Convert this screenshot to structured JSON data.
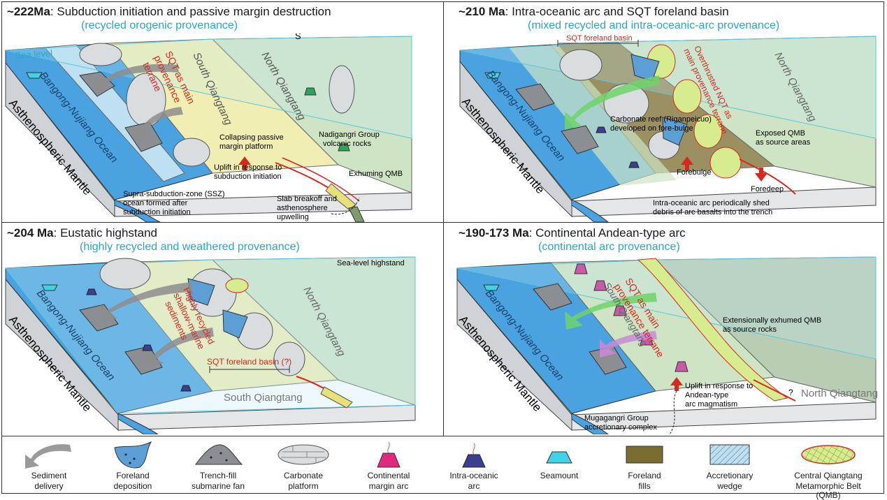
{
  "panels": {
    "p1": {
      "age": "~222Ma",
      "title_rest": ": Subduction initiation and passive margin destruction",
      "provenance": "(recycled orogenic provenance)",
      "labels": {
        "sea_level": "Sea level",
        "south_arrow": "S",
        "ocean": "Bangong-Nujiang Ocean",
        "mantle": "Asthenospheric Mantle",
        "sqt_terrane_1": "SQT as main",
        "sqt_terrane_2": "provenance",
        "sqt_terrane_3": "terrane",
        "south_q": "South Qiangtang",
        "north_q": "North Qiangtang",
        "collapsing_1": "Collapsing passive",
        "collapsing_2": "margin platform",
        "nadigangri_1": "Nadigangri Group",
        "nadigangri_2": "volcanic rocks",
        "uplift_1": "Uplift in response to",
        "uplift_2": "subduction initiation",
        "exhuming": "Exhuming QMB",
        "ssz_1": "Supra-subduction-zone (SSZ)",
        "ssz_2": "ocean formed after",
        "ssz_3": "subduction initiation",
        "slab_1": "Slab breakoff and",
        "slab_2": "asthenosphere",
        "slab_3": "upwelling"
      }
    },
    "p2": {
      "age": "~210 Ma",
      "title_rest": ": Intra-oceanic arc and SQT foreland basin",
      "provenance": "(mixed recycled and intra-oceanic-arc provenance)",
      "labels": {
        "sqt_basin": "SQT foreland basin",
        "ocean": "Bangong-Nujiang Ocean",
        "mantle": "Asthenospheric Mantle",
        "overthrusted_1": "Overthrusted NQT as",
        "overthrusted_2": "main provenance terrane",
        "north_q": "North Qiangtang",
        "carbonate_1": "Carbonate reef (Riganpeicuo)",
        "carbonate_2": "developed on fore-bulge",
        "exposed_1": "Exposed QMB",
        "exposed_2": "as source areas",
        "forebulge": "Forebulge",
        "foredeep": "Foredeep",
        "arc_1": "Intra-oceanic arc periodically shed",
        "arc_2": "debris of arc basalts into the trench"
      }
    },
    "p3": {
      "age": "~204 Ma",
      "title_rest": ": Eustatic highstand",
      "provenance": "(highly recycled and weathered provenance)",
      "labels": {
        "highstand": "Sea-level highstand",
        "ocean": "Bangong-Nujiang Ocean",
        "mantle": "Asthenospheric Mantle",
        "recycled_1": "Highly recycled",
        "recycled_2": "shallow-marine",
        "recycled_3": "sediments",
        "north_q": "North Qiangtang",
        "sqt_basin": "SQT foreland basin (?)",
        "south_q": "South Qiangtang"
      }
    },
    "p4": {
      "age": "~190-173 Ma",
      "title_rest": ": Continental Andean-type arc",
      "provenance": "(continental arc provenance)",
      "labels": {
        "ocean": "Bangong-Nujiang Ocean",
        "mantle": "Asthenospheric Mantle",
        "sqt_1": "SQT as main",
        "sqt_2": "provenance terrane",
        "south_q": "South Qiangtang",
        "ext_1": "Extensionally exhumed QMB",
        "ext_2": "as source rocks",
        "uplift_1": "Uplift in response to",
        "uplift_2": "Andean-type",
        "uplift_3": "arc magmatism",
        "north_q": "North Qiangtang",
        "muga_1": "Mugagangri Group",
        "muga_2": "accretionary complex",
        "q_mark": "?"
      }
    }
  },
  "legend": [
    {
      "icon": "sediment-delivery-arrow-icon",
      "line1": "Sediment",
      "line2": "delivery"
    },
    {
      "icon": "foreland-deposition-icon",
      "line1": "Foreland",
      "line2": "deposition"
    },
    {
      "icon": "trench-fill-fan-icon",
      "line1": "Trench-fill",
      "line2": "submarine fan"
    },
    {
      "icon": "carbonate-platform-icon",
      "line1": "Carbonate",
      "line2": "platform"
    },
    {
      "icon": "continental-arc-icon",
      "line1": "Continental",
      "line2": "margin arc"
    },
    {
      "icon": "intra-oceanic-arc-icon",
      "line1": "Intra-oceanic",
      "line2": "arc"
    },
    {
      "icon": "seamount-icon",
      "line1": "Seamount",
      "line2": ""
    },
    {
      "icon": "foreland-fills-icon",
      "line1": "Foreland",
      "line2": "fills"
    },
    {
      "icon": "accretionary-wedge-icon",
      "line1": "Accretionary",
      "line2": "wedge"
    },
    {
      "icon": "qmb-icon",
      "line1": "Central Qiangtang",
      "line2": "Metamorphic Belt (QMB)"
    }
  ],
  "colors": {
    "cyan_text": "#2aa6c9",
    "red_text": "#d6281f",
    "ocean_blue": "#4aa3e0",
    "land_yellow": "#f1eeb3",
    "land_green": "#cfe4c4",
    "grey_green": "#b9cdb4",
    "mantle_grey": "#cfd3d8",
    "foreland_fill": "#7a6b2e",
    "qmb_green": "#d7ec8e",
    "arc_purple": "#c85aa8",
    "intra_arc": "#3b3f8f",
    "seamount": "#3ed3e6"
  }
}
